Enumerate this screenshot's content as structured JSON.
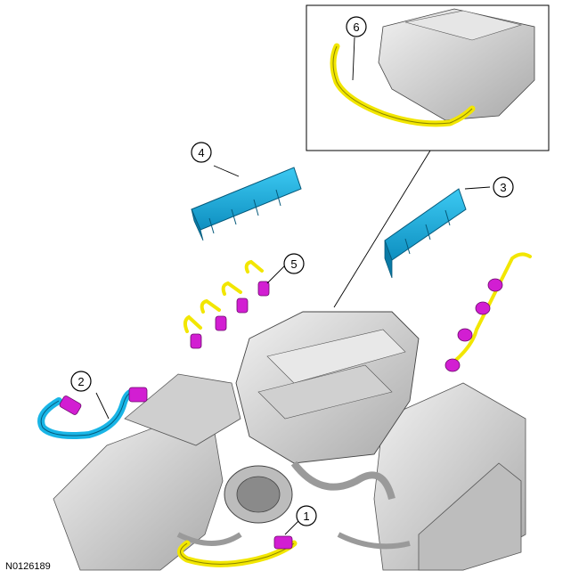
{
  "figure_id": "N0126189",
  "callouts": [
    "1",
    "2",
    "3",
    "4",
    "5",
    "6"
  ],
  "colors": {
    "hose_yellow": "#f2e600",
    "cover_cyan": "#19b5e6",
    "connector_magenta": "#d21ed2",
    "engine_gray": "#d6d6d6",
    "line_black": "#000000"
  }
}
